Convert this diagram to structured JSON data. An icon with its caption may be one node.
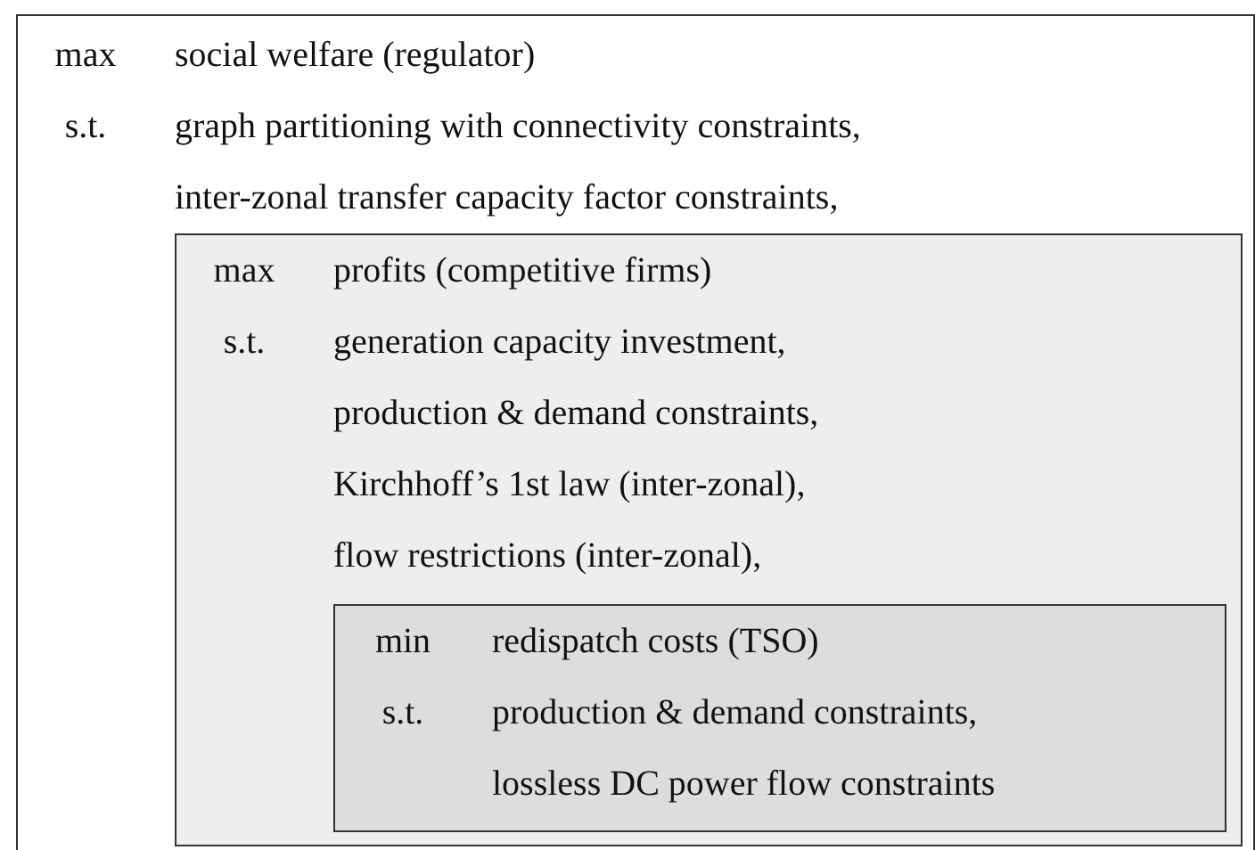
{
  "diagram": {
    "nodes": [
      {
        "text": [
          "max",
          "social welfare (regulator)",
          "s.t.",
          "graph partitioning with connectivity constraints,",
          "inter-zonal transfer capacity factor constraints,"
        ]
      },
      {
        "text": [
          "max",
          "profits (competitive firms)",
          "s.t.",
          "generation capacity investment,",
          "production & demand constraints,",
          "Kirchhoff’s 1st law (inter-zonal),",
          "flow restrictions (inter-zonal),"
        ],
        "in": 0
      },
      {
        "text": [
          "min",
          "redispatch costs (TSO)",
          "s.t.",
          "production & demand constraints,",
          "lossless DC power flow constraints"
        ],
        "in": 1
      }
    ]
  }
}
